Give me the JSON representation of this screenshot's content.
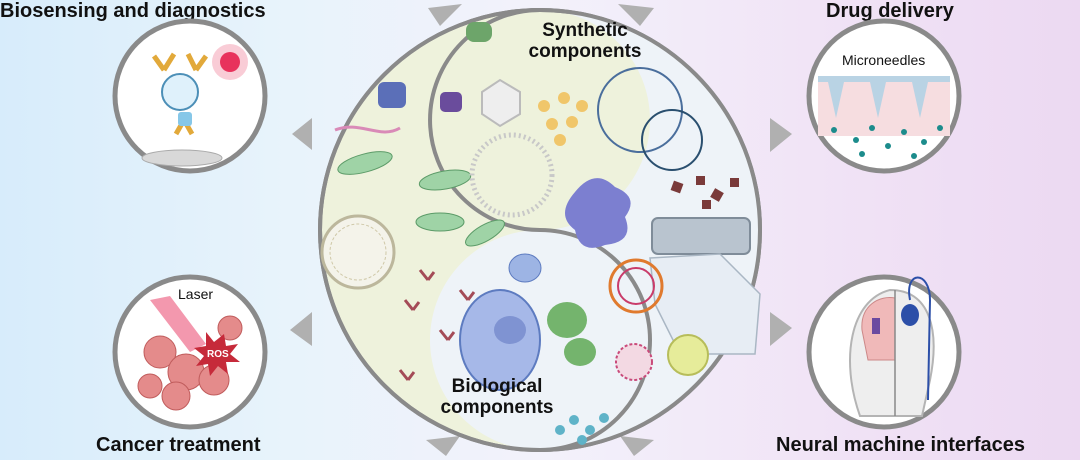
{
  "titles": {
    "biosensing": "Biosensing and diagnostics",
    "drug_delivery": "Drug delivery",
    "cancer": "Cancer treatment",
    "neural": "Neural machine interfaces"
  },
  "center": {
    "synthetic": "Synthetic components",
    "biological": "Biological components"
  },
  "insets": {
    "microneedles": "Microneedles",
    "laser": "Laser",
    "ros": "ROS"
  },
  "colors": {
    "bio_half": "#eef2dc",
    "syn_half": "#eef3f8",
    "outline": "#8a8a8a",
    "accent_green": "#8fc79a",
    "accent_blue": "#7fa3d6"
  }
}
